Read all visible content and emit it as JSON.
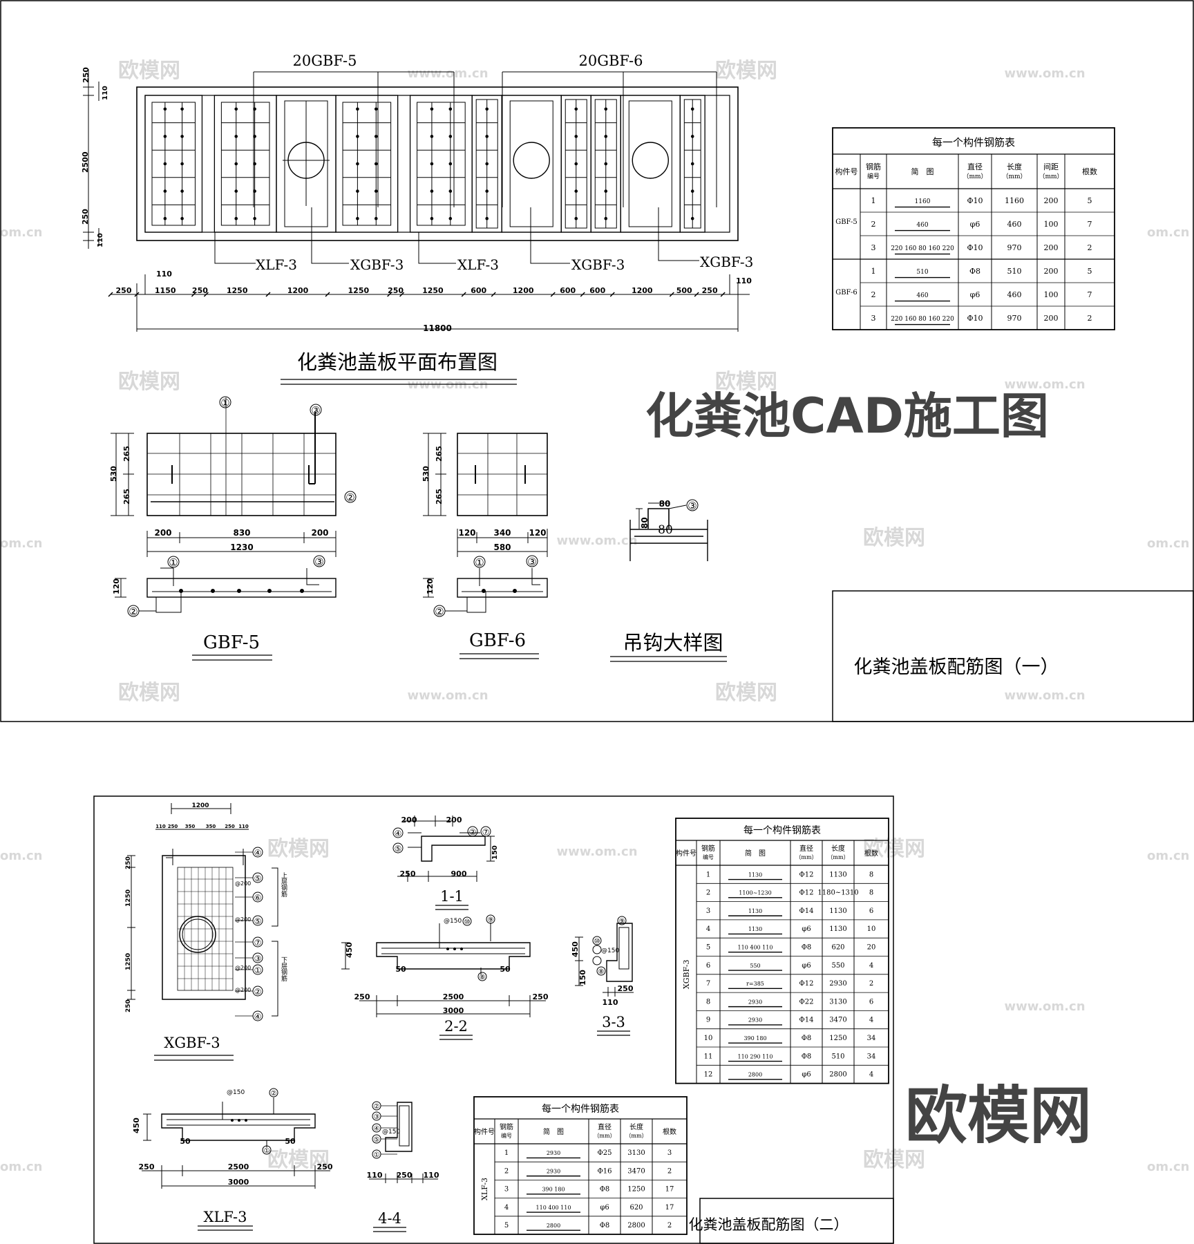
{
  "sheet1": {
    "plan_labels": {
      "top_left": "20GBF-5",
      "top_right": "20GBF-6",
      "b1": "XLF-3",
      "b2": "XGBF-3",
      "b3": "XLF-3",
      "b4": "XGBF-3",
      "b5": "XGBF-3"
    },
    "left_dims": [
      "250",
      "110",
      "2500",
      "250",
      "110"
    ],
    "top_dim_110": "110",
    "bottom_dims": [
      "250",
      "1150",
      "250",
      "1250",
      "1200",
      "1250",
      "250",
      "1250",
      "600",
      "1200",
      "600",
      "600",
      "1200",
      "500",
      "250"
    ],
    "right_dim_110": "110",
    "total_dim": "11800",
    "plan_title": "化粪池盖板平面布置图",
    "big_title": "化粪池CAD施工图",
    "table1": {
      "title": "每一个构件钢筋表",
      "headers": [
        "构件号",
        "钢筋编号",
        "简　图",
        "直径（mm）",
        "长度（mm）",
        "间距（mm）",
        "根数"
      ],
      "groups": [
        {
          "name": "GBF-5",
          "rows": [
            [
              "1",
              "1160",
              "Φ10",
              "1160",
              "200",
              "5"
            ],
            [
              "2",
              "460",
              "φ6",
              "460",
              "100",
              "7"
            ],
            [
              "3",
              "220 160 80 160 220",
              "Φ10",
              "970",
              "200",
              "2"
            ]
          ]
        },
        {
          "name": "GBF-6",
          "rows": [
            [
              "1",
              "510",
              "Φ8",
              "510",
              "200",
              "5"
            ],
            [
              "2",
              "460",
              "φ6",
              "460",
              "100",
              "7"
            ],
            [
              "3",
              "220 160 80 160 220",
              "Φ10",
              "970",
              "200",
              "2"
            ]
          ]
        }
      ]
    },
    "gbf5": {
      "dims_v": [
        "265",
        "265",
        "530"
      ],
      "dims_h": [
        "200",
        "830",
        "200",
        "1230"
      ],
      "sec_h": "120",
      "circles": [
        "①",
        "③",
        "②"
      ],
      "label": "GBF-5"
    },
    "gbf6": {
      "dims_v": [
        "265",
        "265",
        "530"
      ],
      "dims_h": [
        "120",
        "340",
        "120",
        "580"
      ],
      "sec_h": "120",
      "circles": [
        "①",
        "③",
        "②"
      ],
      "label": "GBF-6"
    },
    "hook": {
      "dims": [
        "80",
        "80",
        "80"
      ],
      "circle": "③",
      "label": "吊钩大样图"
    },
    "title_box": "化粪池盖板配筋图（一）"
  },
  "sheet2": {
    "xgbf3": {
      "top_dim": "1200",
      "sub_dims": [
        "110",
        "250",
        "350",
        "350",
        "250",
        "110"
      ],
      "left_dims": [
        "250",
        "1250",
        "1250",
        "250"
      ],
      "circles": [
        "④",
        "⑤",
        "⑥",
        "⑤",
        "⑦",
        "③",
        "①",
        "②",
        "④"
      ],
      "spacing": [
        "@200",
        "@200",
        "@200",
        "@200"
      ],
      "upper": "上层钢筋",
      "lower": "下层钢筋",
      "label": "XGBF-3"
    },
    "sec11": {
      "dims": [
        "200",
        "200",
        "250",
        "900",
        "150"
      ],
      "circles": [
        "④",
        "⑤",
        "②",
        "⑦"
      ],
      "label": "1-1"
    },
    "sec22": {
      "dims": [
        "450",
        "50",
        "50",
        "250",
        "2500",
        "250",
        "3000"
      ],
      "spacing": "@150",
      "circles": [
        "⑩",
        "⑨",
        "⑧"
      ],
      "label": "2-2"
    },
    "sec33": {
      "dims": [
        "450",
        "150",
        "250",
        "110"
      ],
      "spacing": "@150",
      "circles": [
        "⑨",
        "⑩",
        "⑧"
      ],
      "label": "3-3"
    },
    "xlf3": {
      "dims": [
        "450",
        "50",
        "50",
        "250",
        "2500",
        "250",
        "3000"
      ],
      "spacing": "@150",
      "circles": [
        "②",
        "①"
      ],
      "label": "XLF-3"
    },
    "sec44": {
      "dims": [
        "110",
        "250",
        "110"
      ],
      "circles": [
        "②",
        "③",
        "④",
        "⑤",
        "①"
      ],
      "spacing": "@150",
      "label": "4-4"
    },
    "table2": {
      "title": "每一个构件钢筋表",
      "headers": [
        "构件号",
        "钢筋编号",
        "简　图",
        "直径（mm）",
        "长度（mm）",
        "根数"
      ],
      "group": "XGBF-3",
      "rows": [
        [
          "1",
          "1130",
          "Φ12",
          "1130",
          "8"
        ],
        [
          "2",
          "1100~1230",
          "Φ12",
          "1180~1310",
          "8"
        ],
        [
          "3",
          "1130",
          "Φ14",
          "1130",
          "6"
        ],
        [
          "4",
          "1130",
          "φ6",
          "1130",
          "10"
        ],
        [
          "5",
          "110 400 110",
          "Φ8",
          "620",
          "20"
        ],
        [
          "6",
          "550",
          "φ6",
          "550",
          "4"
        ],
        [
          "7",
          "r=385",
          "Φ12",
          "2930",
          "2"
        ],
        [
          "8",
          "2930",
          "Φ22",
          "3130",
          "6"
        ],
        [
          "9",
          "2930",
          "Φ14",
          "3470",
          "4"
        ],
        [
          "10",
          "390 180",
          "Φ8",
          "1250",
          "34"
        ],
        [
          "11",
          "110 290 110",
          "Φ8",
          "510",
          "34"
        ],
        [
          "12",
          "2800",
          "φ6",
          "2800",
          "4"
        ]
      ]
    },
    "table3": {
      "title": "每一个构件钢筋表",
      "headers": [
        "构件号",
        "钢筋编号",
        "简　图",
        "直径（mm）",
        "长度（mm）",
        "根数"
      ],
      "group": "XLF-3",
      "rows": [
        [
          "1",
          "2930",
          "Φ25",
          "3130",
          "3"
        ],
        [
          "2",
          "2930",
          "Φ16",
          "3470",
          "2"
        ],
        [
          "3",
          "390 180",
          "Φ8",
          "1250",
          "17"
        ],
        [
          "4",
          "110 400 110",
          "φ6",
          "620",
          "17"
        ],
        [
          "5",
          "2800",
          "Φ8",
          "2800",
          "2"
        ]
      ]
    },
    "big_logo": "欧模网",
    "title_box": "化粪池盖板配筋图（二）"
  },
  "watermarks": {
    "logo": "欧模网",
    "url": "www.om.cn",
    "edge": "om.cn"
  }
}
